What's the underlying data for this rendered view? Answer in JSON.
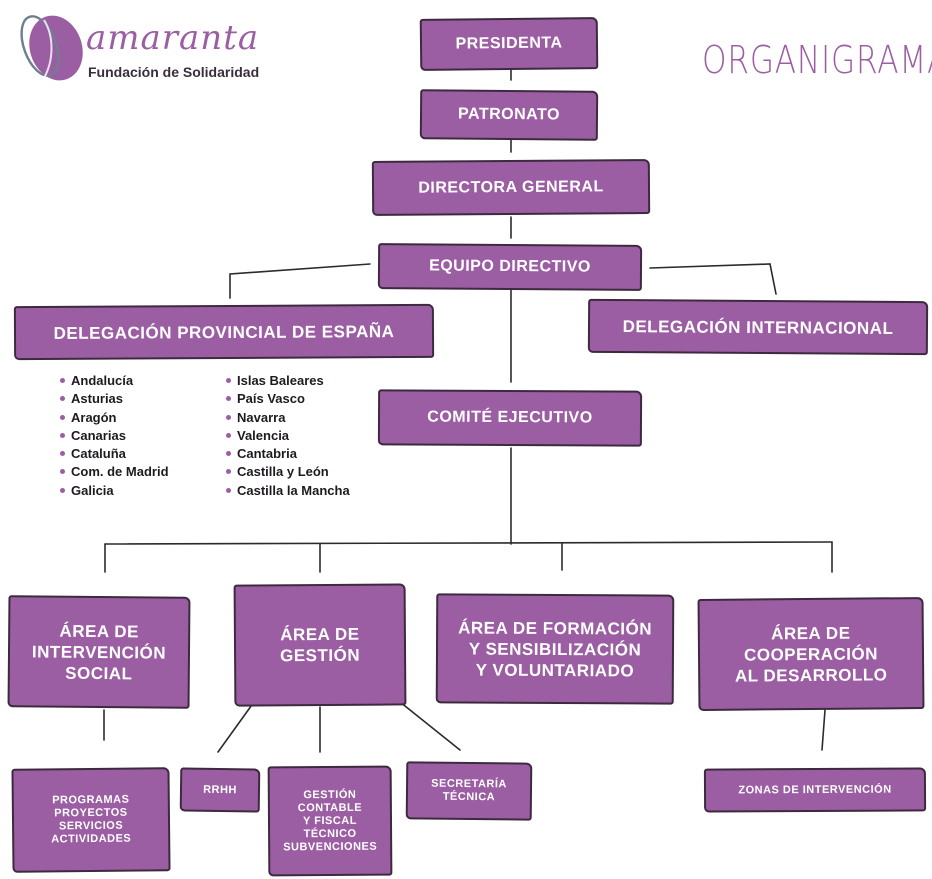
{
  "logo": {
    "title": "amaranta",
    "subtitle": "Fundación de Solidaridad"
  },
  "heading": "ORGANIGRAMA",
  "colors": {
    "box": "#9c5ea3",
    "text_on_box": "#ffffff",
    "line": "#2b2b2b"
  },
  "nodes": {
    "presidenta": "PRESIDENTA",
    "patronato": "PATRONATO",
    "directora_general": "DIRECTORA GENERAL",
    "equipo_directivo": "EQUIPO DIRECTIVO",
    "delegacion_provincial": "DELEGACIÓN PROVINCIAL DE ESPAÑA",
    "delegacion_internacional": "DELEGACIÓN INTERNACIONAL",
    "comite_ejecutivo": "COMITÉ EJECUTIVO",
    "area_intervencion_social": [
      "ÁREA DE",
      "INTERVENCIÓN",
      "SOCIAL"
    ],
    "area_gestion": [
      "ÁREA DE",
      "GESTIÓN"
    ],
    "area_formacion": [
      "ÁREA DE FORMACIÓN",
      "Y SENSIBILIZACIÓN",
      "Y VOLUNTARIADO"
    ],
    "area_cooperacion": [
      "ÁREA DE",
      "COOPERACIÓN",
      "AL DESARROLLO"
    ],
    "programas": [
      "PROGRAMAS",
      "PROYECTOS",
      "SERVICIOS",
      "ACTIVIDADES"
    ],
    "rrhh": "RRHH",
    "gestion_contable": [
      "GESTIÓN",
      "CONTABLE",
      "Y FISCAL",
      "TÉCNICO",
      "SUBVENCIONES"
    ],
    "secretaria_tecnica": [
      "SECRETARÍA",
      "TÉCNICA"
    ],
    "zonas_intervencion": "ZONAS DE INTERVENCIÓN"
  },
  "regions_col1": [
    "Andalucía",
    "Asturias",
    "Aragón",
    "Canarias",
    "Cataluña",
    "Com. de Madrid",
    "Galicia"
  ],
  "regions_col2": [
    "Islas Baleares",
    "País Vasco",
    "Navarra",
    "Valencia",
    "Cantabria",
    "Castilla y León",
    "Castilla la Mancha"
  ]
}
